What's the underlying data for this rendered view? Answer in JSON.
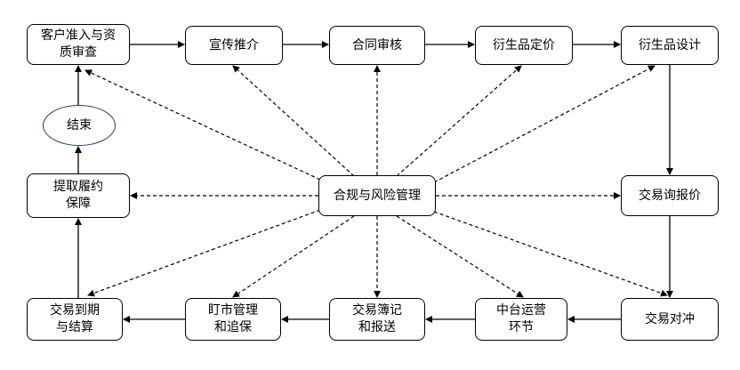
{
  "nodes": {
    "customer_admission": "客户准入与资\n质审查",
    "promotion": "宣传推介",
    "contract_review": "合同审核",
    "derivative_pricing": "衍生品定价",
    "derivative_design": "衍生品设计",
    "end": "结束",
    "compliance_risk": "合规与风险管理",
    "trade_inquiry": "交易询报价",
    "performance_guarantee": "提取履约\n保障",
    "maturity_settlement": "交易到期\n与结算",
    "mark_to_market": "盯市管理\n和追保",
    "booking_reporting": "交易簿记\n和报送",
    "middle_office": "中台运营\n环节",
    "hedging": "交易对冲"
  }
}
